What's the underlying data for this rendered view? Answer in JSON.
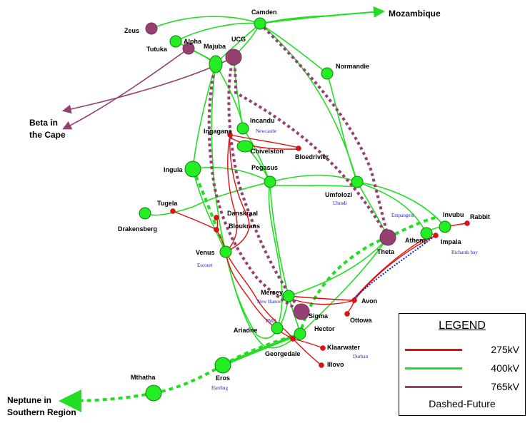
{
  "colors": {
    "kv275": "#e01010",
    "kv400": "#22dd22",
    "kv765": "#954070",
    "blue": "#1a1acc"
  },
  "external": {
    "mozambique": "Mozambique",
    "beta_line1": "Beta in",
    "beta_line2": "the Cape",
    "neptune_line1": "Neptune in",
    "neptune_line2": "Southern Region"
  },
  "stations": {
    "zeus": "Zeus",
    "camden": "Camden",
    "alpha": "Alpha",
    "tutuka": "Tutuka",
    "majuba": "Majuba",
    "ucg": "UCG",
    "normandie": "Normandie",
    "incandu": "Incandu",
    "ingagane": "Ingagane",
    "chivelston": "Chivelston",
    "bloedrivier": "Bloedrivier",
    "ingula": "Ingula",
    "pegasus": "Pegasus",
    "umfolozi": "Umfolozi",
    "tugela": "Tugela",
    "danskraal": "Danskraal",
    "bloukrans": "Bloukrans",
    "drakensberg": "Drakensberg",
    "venus": "Venus",
    "invubu": "Invubu",
    "rabbit": "Rabbit",
    "athene": "Athene",
    "impala": "Impala",
    "theta": "Theta",
    "mersey": "Mersey",
    "avon": "Avon",
    "ottowa": "Ottowa",
    "sigma": "Sigma",
    "ariadne": "Ariadne",
    "hector": "Hector",
    "klaarwater": "Klaarwater",
    "georgedale": "Georgedale",
    "illovo": "Illovo",
    "eros": "Eros",
    "mthatha": "Mthatha"
  },
  "towns": {
    "newcastle": "Newcastle",
    "ulundi": "Ulundi",
    "empangeni": "Empangeni",
    "richards_bay": "Richards bay",
    "escourt": "Escourt",
    "new_hanover": "New Hanov",
    "pmb": "PMB",
    "durban": "Durban",
    "harding": "Harding"
  },
  "legend": {
    "title": "LEGEND",
    "items": [
      {
        "label": "275kV",
        "color": "#e01010"
      },
      {
        "label": "400kV",
        "color": "#22dd22"
      },
      {
        "label": "765kV",
        "color": "#954070"
      }
    ],
    "note": "Dashed-Future"
  }
}
